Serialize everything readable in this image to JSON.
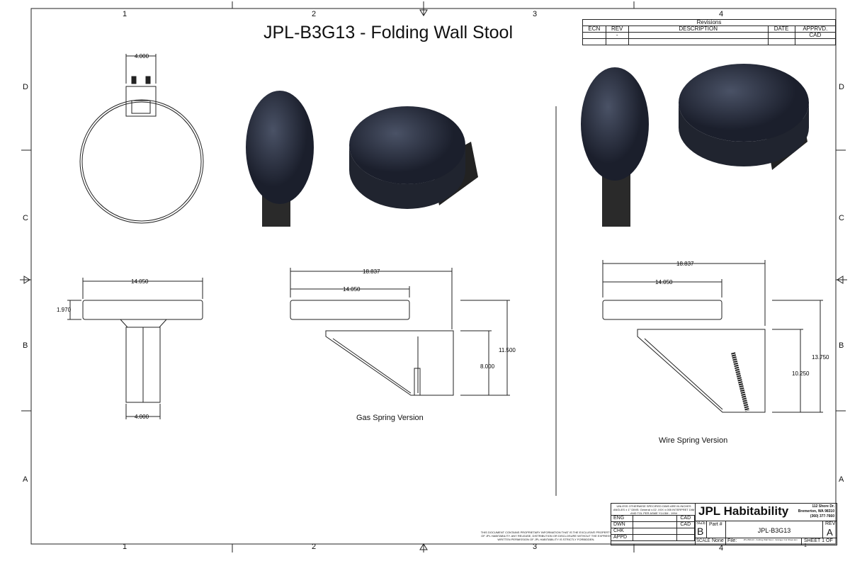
{
  "title": "JPL-B3G13 - Folding Wall Stool",
  "zones": {
    "columns": [
      "1",
      "2",
      "3",
      "4"
    ],
    "rows": [
      "D",
      "C",
      "B",
      "A"
    ]
  },
  "revisions": {
    "heading": "Revisions",
    "headers": [
      "ECN",
      "REV",
      "DESCRIPTION",
      "DATE",
      "APPRVD."
    ],
    "row": [
      "",
      "-",
      "",
      "",
      "CAD"
    ]
  },
  "dimensions": {
    "top_width": "4.000",
    "front_width": "14.050",
    "front_height": "1.970",
    "bottom_width": "4.000",
    "gas_overall": "18.837",
    "gas_seat": "14.050",
    "gas_height": "11.500",
    "gas_mount": "8.000",
    "wire_overall": "18.837",
    "wire_seat": "14.050",
    "wire_height": "13.750",
    "wire_mount": "10.250"
  },
  "captions": {
    "gas": "Gas Spring Version",
    "wire": "Wire Spring Version"
  },
  "title_block": {
    "tolerance_note": "UNLESS OTHERWISE SPECIFIED DIMS ARE IN INCHES ANGLES ± 1° DIMS: General ±.02 .XXX ±.005 INTERPRET DIM AND TOL PER ASME Y14.5M - 1994",
    "roles": [
      {
        "role": "ENG",
        "by": "CAD"
      },
      {
        "role": "DWN",
        "by": "CAD"
      },
      {
        "role": "CHK",
        "by": ""
      },
      {
        "role": "APPD",
        "by": ""
      }
    ],
    "company": "JPL Habitability",
    "address": [
      "112 Shore Dr.",
      "Bremerton, WA 98310",
      "(360) 377-7660"
    ],
    "size_label": "SIZE",
    "size": "B",
    "part_label": "Part #",
    "part": "JPL-B3G13",
    "rev_label": "REV",
    "rev": "A",
    "scale_label": "SCALE",
    "scale": "None",
    "file_label": "File:",
    "file": "JPL-B3G13 - Folding Wall Stool - Grainger Cut Sheet.iam",
    "sheet": "SHEET 1 OF 1"
  },
  "proprietary": "THIS DOCUMENT CONTAINS PROPRIETARY INFORMATION THAT IS THE EXCLUSIVE PROPERTY OF JPL HABITABILITY. ANY RELEASE, DISTRIBUTION OR DISCLOSURE WITHOUT THE EXPRESS WRITTEN PERMISSION OF JPL HABITABILITY IS STRICTLY FORBIDDEN."
}
